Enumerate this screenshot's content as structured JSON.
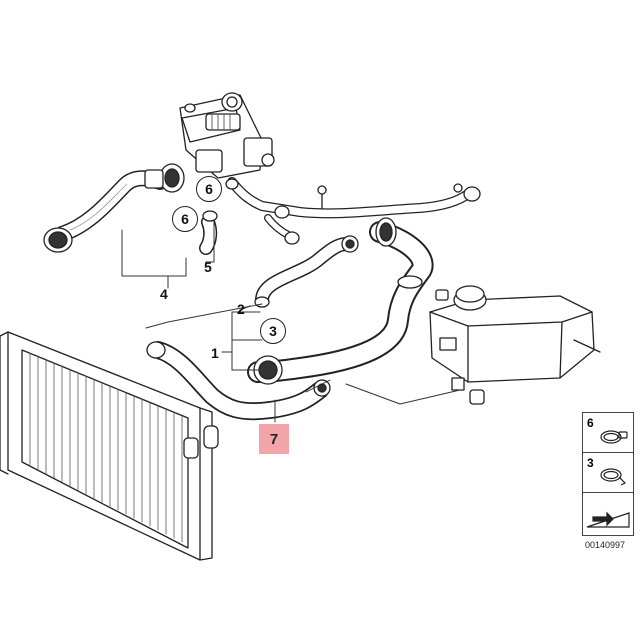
{
  "callouts": {
    "c6a": "6",
    "c6b": "6",
    "c3": "3",
    "n5": "5",
    "n4": "4",
    "n2": "2",
    "n1": "1",
    "n7": "7"
  },
  "legend": {
    "row1": "6",
    "row2": "3"
  },
  "doc_id": "00140997",
  "colors": {
    "highlight": "#f2a5a9",
    "line": "#222222"
  }
}
